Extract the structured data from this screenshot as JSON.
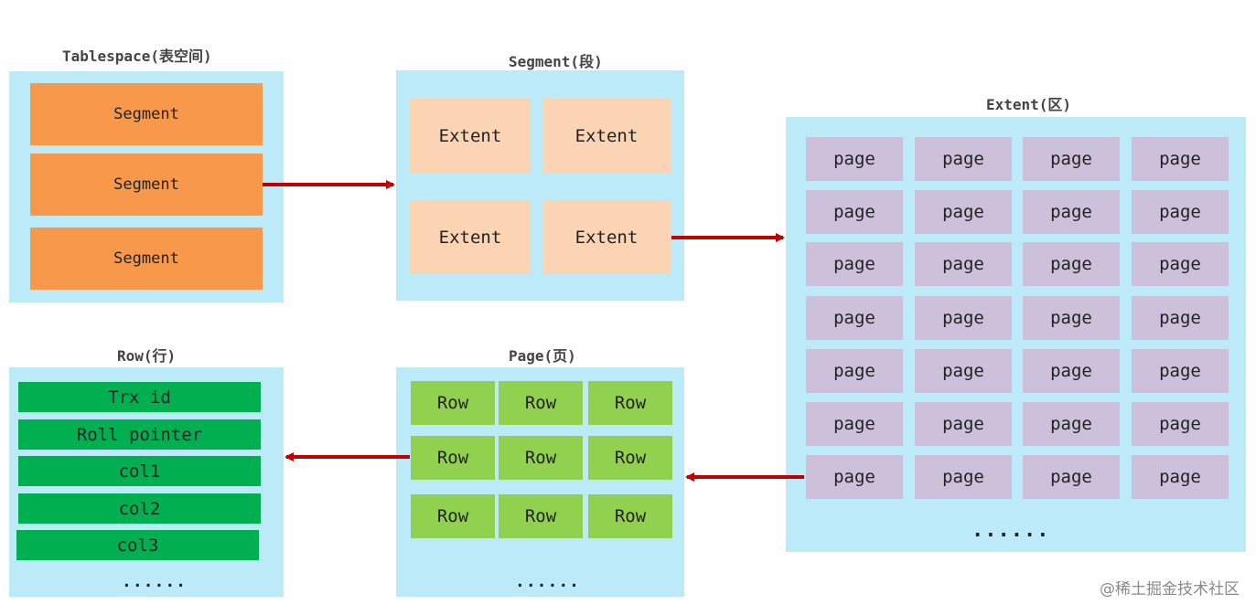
{
  "tablespace": {
    "title": "Tablespace(表空间)",
    "items": [
      "Segment",
      "Segment",
      "Segment"
    ]
  },
  "segment": {
    "title": "Segment(段)",
    "items": [
      "Extent",
      "Extent",
      "Extent",
      "Extent"
    ]
  },
  "extent": {
    "title": "Extent(区)",
    "cell_label": "page",
    "rows": 7,
    "cols": 4,
    "ellipsis": "......"
  },
  "page": {
    "title": "Page(页)",
    "cell_label": "Row",
    "rows": 3,
    "cols": 3,
    "ellipsis": "......"
  },
  "row": {
    "title": "Row(行)",
    "items": [
      "Trx id",
      "Roll pointer",
      "col1",
      "col2",
      "col3"
    ],
    "ellipsis": "......"
  },
  "watermark": "@稀土掘金技术社区",
  "colors": {
    "panel": "#bdeaf9",
    "segment": "#f7984a",
    "extent": "#fbd4b4",
    "page": "#ccc0da",
    "row_cell": "#92d050",
    "row_field": "#00b050",
    "arrow": "#c00000"
  }
}
